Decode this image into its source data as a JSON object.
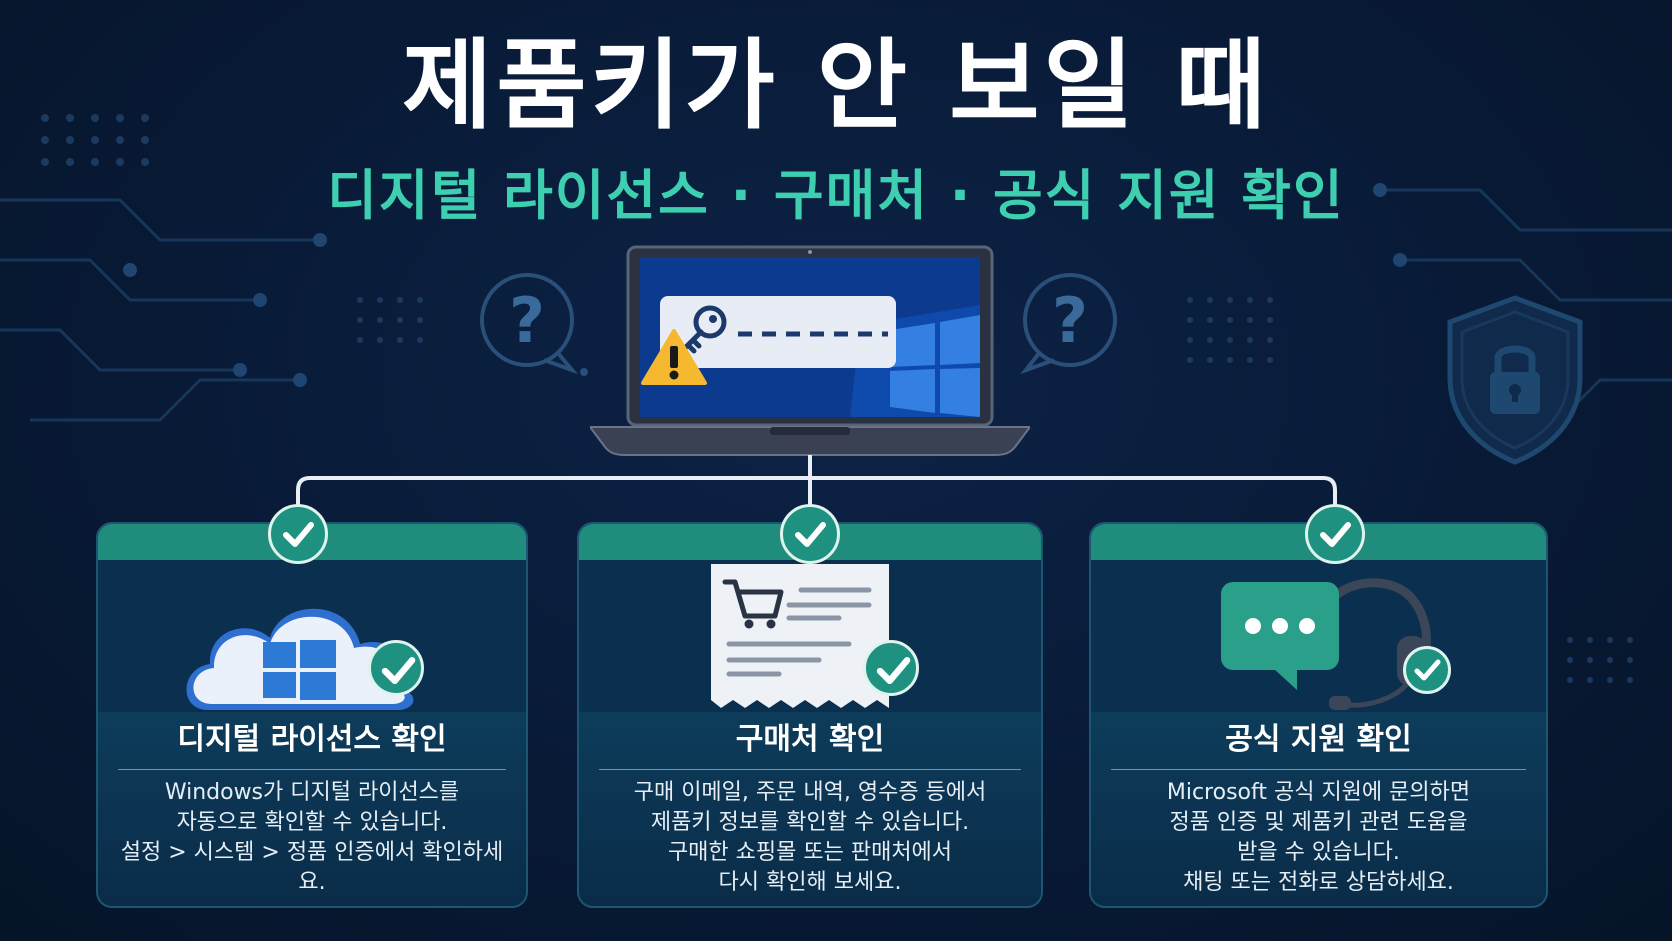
{
  "title": "제품키가 안 보일 때",
  "subtitle": "디지털 라이선스 · 구매처 · 공식 지원 확인",
  "colors": {
    "accent": "#3ecfb0",
    "card_header": "#1f8c7c",
    "background": "#081a36",
    "warning": "#f5b82e"
  },
  "icons": {
    "laptop": "laptop-icon",
    "key": "key-icon",
    "warning": "warning-icon",
    "question": "question-bubble-icon",
    "shield": "shield-lock-icon",
    "check": "check-icon"
  },
  "cards": [
    {
      "title": "디지털 라이선스 확인",
      "icon": "cloud-windows-icon",
      "lines": [
        "Windows가 디지털 라이선스를",
        "자동으로 확인할 수 있습니다.",
        "설정 > 시스템 > 정품 인증에서 확인하세요."
      ]
    },
    {
      "title": "구매처 확인",
      "icon": "receipt-cart-icon",
      "lines": [
        "구매 이메일, 주문 내역, 영수증 등에서",
        "제품키 정보를 확인할 수 있습니다.",
        "구매한 쇼핑몰 또는 판매처에서",
        "다시 확인해 보세요."
      ]
    },
    {
      "title": "공식 지원 확인",
      "icon": "chat-headset-icon",
      "lines": [
        "Microsoft 공식 지원에 문의하면",
        "정품 인증 및 제품키 관련 도움을",
        "받을 수 있습니다.",
        "채팅 또는 전화로 상담하세요."
      ]
    }
  ]
}
